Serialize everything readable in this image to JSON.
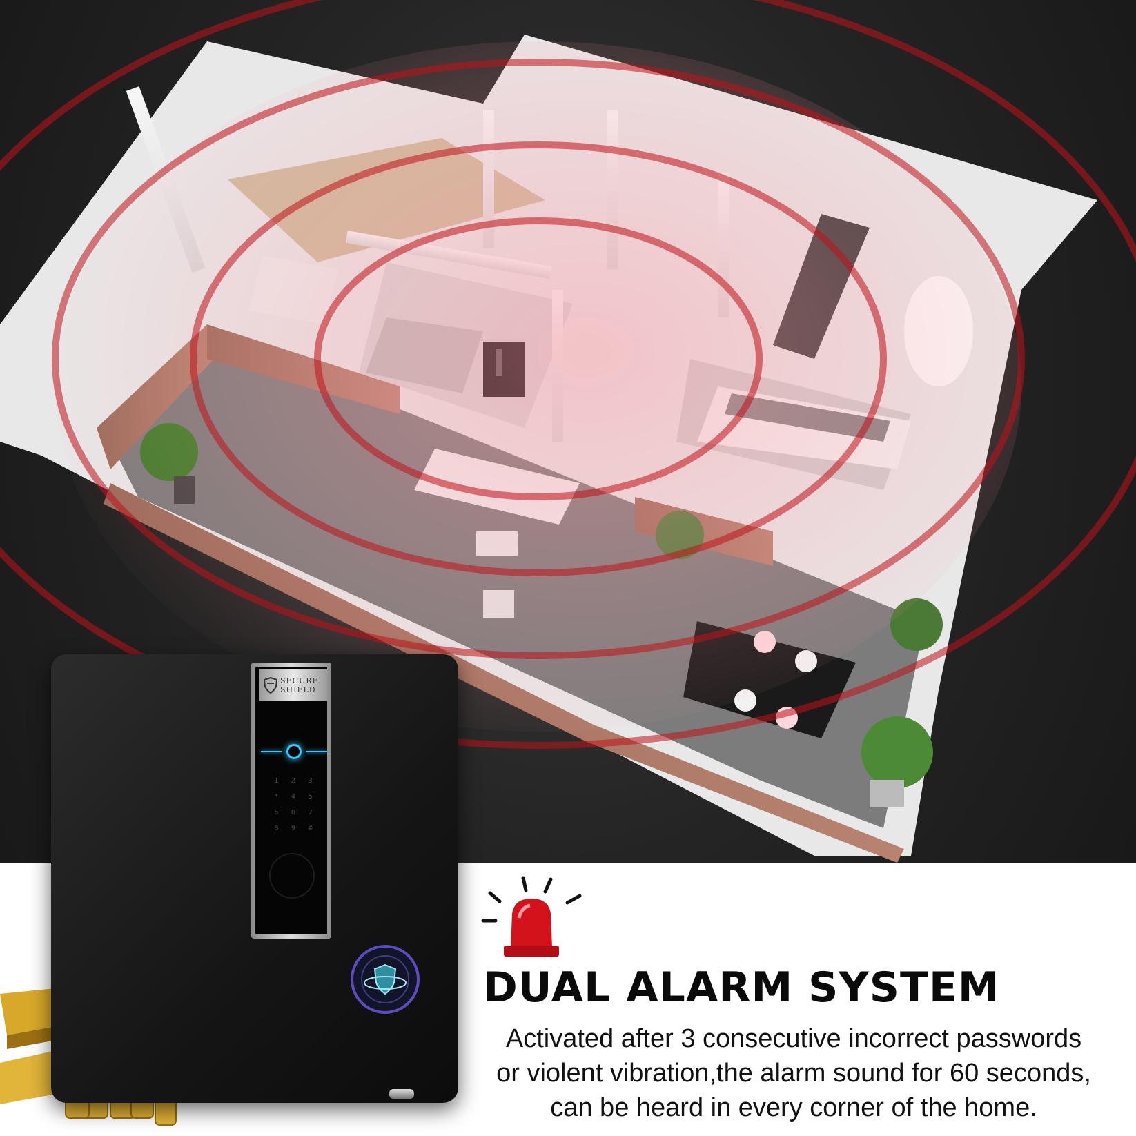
{
  "brand": {
    "line1": "SECURE",
    "line2": "SHIELD"
  },
  "keypad": {
    "keys": [
      "1",
      "2",
      "3",
      "*",
      "4",
      "5",
      "6",
      "0",
      "7",
      "8",
      "9",
      "#"
    ]
  },
  "feature": {
    "title": "DUAL ALARM SYSTEM",
    "description": {
      "line1": "Activated after 3 consecutive incorrect passwords",
      "line2": "or violent vibration,the alarm sound for 60 seconds,",
      "line3": "can be heard in every corner of the home."
    }
  },
  "colors": {
    "alarm_ring": "#c0121a",
    "fingerprint_glow": "#39c7ff",
    "background_dark": "#1e1e1e",
    "panel_white": "#ffffff"
  },
  "icons": {
    "alarm": "siren-icon",
    "fingerprint": "fingerprint-icon",
    "brand": "shield-icon",
    "badge": "security-badge-icon"
  }
}
